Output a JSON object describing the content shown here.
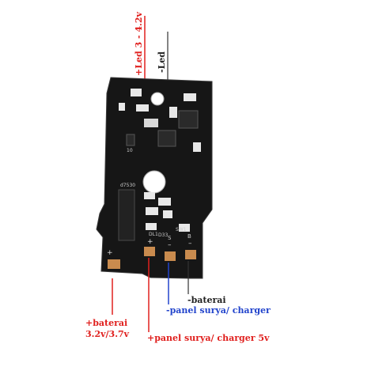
{
  "labels": {
    "led_positive": "+Led 3 - 4.2v",
    "led_negative": "-Led",
    "battery_positive_line1": "+baterai",
    "battery_positive_line2": "3.2v/3.7v",
    "battery_negative": "-baterai",
    "solar_negative": "-panel surya/ charger",
    "solar_positive": "+panel surya/ charger 5v"
  },
  "silkscreen": {
    "plus_left": "+",
    "plus_mid": "+",
    "minus_mid": "–",
    "minus_right": "–",
    "pad_s": "S",
    "pad_b": "B",
    "text_d7530": "d7530",
    "text_d33": "D33",
    "text_dl1": "DL1",
    "text_10": "10",
    "text_sw1": "SW1"
  },
  "colors": {
    "pcb": "#161616",
    "pad": "#c98b4e",
    "component": "#e8e8e8",
    "chip": "#2a2a2a",
    "red_label": "#e0201e",
    "blue_label": "#2244cc"
  }
}
